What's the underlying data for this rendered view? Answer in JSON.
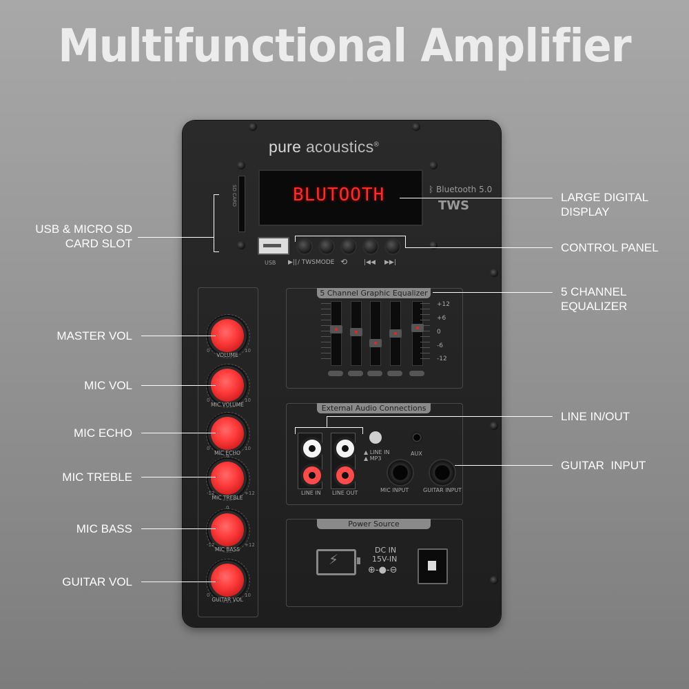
{
  "title": "Multifunctional Amplifier",
  "brand": {
    "name_part1": "pure",
    "name_part2": "acoustics",
    "mark": "®"
  },
  "display": {
    "text": "BLUTOOTH"
  },
  "bluetooth": {
    "label": "Bluetooth",
    "version": "5.0",
    "tws": "TWS"
  },
  "sd_label": "SD CARD",
  "usb_label": "USB",
  "controls": [
    {
      "label": "▶||",
      "icon": "play-pause-icon"
    },
    {
      "label": "/ TWS",
      "icon": "tws-icon"
    },
    {
      "label": "MODE",
      "icon": "mode-icon"
    },
    {
      "label": "⟲",
      "icon": "repeat-icon"
    },
    {
      "label": "|◀◀",
      "icon": "previous-icon"
    },
    {
      "label": "▶▶|",
      "icon": "next-icon"
    }
  ],
  "equalizer": {
    "title": "5 Channel Graphic Equalizer",
    "db_labels": [
      "+12",
      "+6",
      "0",
      "-6",
      "-12"
    ],
    "bands": [
      {
        "level": 0.15
      },
      {
        "level": 0.05
      },
      {
        "level": -0.35
      },
      {
        "level": 0.0
      },
      {
        "level": 0.2
      }
    ]
  },
  "knobs": [
    {
      "label": "VOLUME",
      "min": "0",
      "max": "10",
      "top": ""
    },
    {
      "label": "MIC VOLUME",
      "min": "0",
      "max": "10",
      "top": ""
    },
    {
      "label": "MIC ECHO",
      "min": "0",
      "max": "10",
      "top": ""
    },
    {
      "label": "MIC TREBLE",
      "min": "-12",
      "max": "+12",
      "top": "0"
    },
    {
      "label": "MIC BASS",
      "min": "-12",
      "max": "+12",
      "top": "0"
    },
    {
      "label": "GUITAR VOL",
      "min": "0",
      "max": "10",
      "top": ""
    }
  ],
  "audio": {
    "title": "External Audio Connections",
    "line_in": "LINE IN",
    "line_out": "LINE OUT",
    "switch_line1": "▲ LINE IN",
    "switch_line2": "▲ MP3",
    "aux": "AUX",
    "mic_input": "MIC INPUT",
    "guitar_input": "GUITAR INPUT"
  },
  "power": {
    "title": "Power Source",
    "dc_line1": "DC IN",
    "dc_line2": "15V-IN",
    "polarity": "⊕-●-⊖"
  },
  "callouts": {
    "usb_sd": [
      "USB & MICRO SD",
      "CARD SLOT"
    ],
    "display": [
      "LARGE DIGITAL",
      "DISPLAY"
    ],
    "control_panel": "CONTROL PANEL",
    "equalizer": [
      "5 CHANNEL",
      "EQUALIZER"
    ],
    "master_vol": "MASTER VOL",
    "mic_vol": "MIC VOL",
    "mic_echo": "MIC ECHO",
    "mic_treble": "MIC TREBLE",
    "mic_bass": "MIC BASS",
    "guitar_vol": "GUITAR VOL",
    "line_in_out": "LINE IN/OUT",
    "guitar_input": "GUITAR  INPUT"
  },
  "colors": {
    "accent_red": "#ff3b3b",
    "panel": "#222222",
    "callout_text": "#ffffff"
  }
}
